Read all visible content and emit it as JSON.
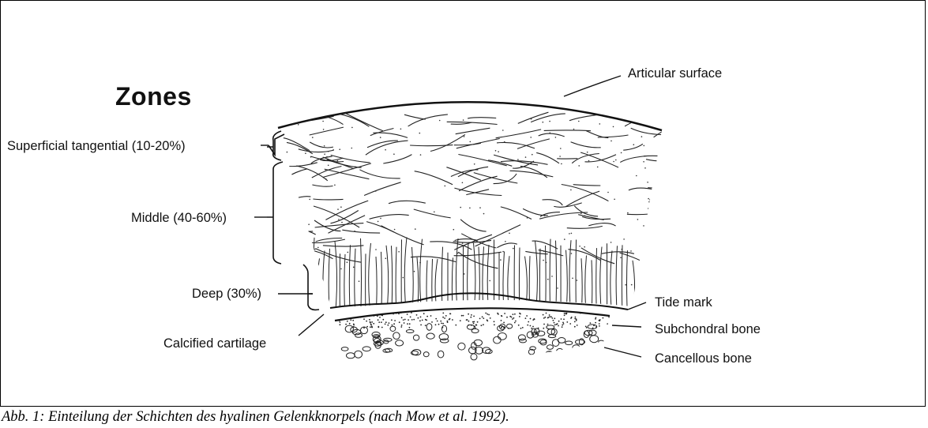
{
  "figure": {
    "heading": "Zones",
    "zone_labels": {
      "superficial": "Superficial tangential (10-20%)",
      "middle": "Middle (40-60%)",
      "deep": "Deep (30%)",
      "calcified": "Calcified cartilage"
    },
    "structure_labels": {
      "articular_surface": "Articular surface",
      "tide_mark": "Tide mark",
      "subchondral_bone": "Subchondral bone",
      "cancellous_bone": "Cancellous bone"
    },
    "caption": "Abb. 1: Einteilung der Schichten des hyalinen Gelenkknorpels (nach Mow et al. 1992)."
  }
}
